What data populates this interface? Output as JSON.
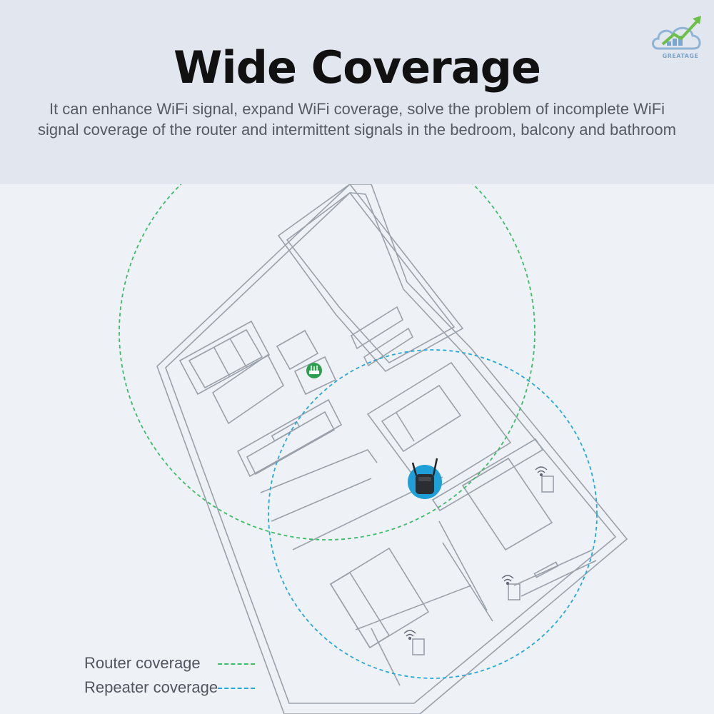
{
  "header": {
    "title": "Wide Coverage",
    "subtitle": "It can enhance WiFi signal, expand WiFi coverage, solve the problem of incomplete WiFi signal coverage of the router and intermittent signals in the bedroom, balcony and bathroom"
  },
  "logo": {
    "text": "GREATAGE",
    "icon": "cloud-growth-logo"
  },
  "legend": {
    "router": {
      "label": "Router coverage",
      "color": "#3dbd6a"
    },
    "repeater": {
      "label": "Repeater coverage",
      "color": "#26a9d8"
    }
  },
  "colors": {
    "router_icon": "#2e9e4f",
    "repeater_badge": "#1e9fd8",
    "floorplan_stroke": "#9aa1aa"
  }
}
